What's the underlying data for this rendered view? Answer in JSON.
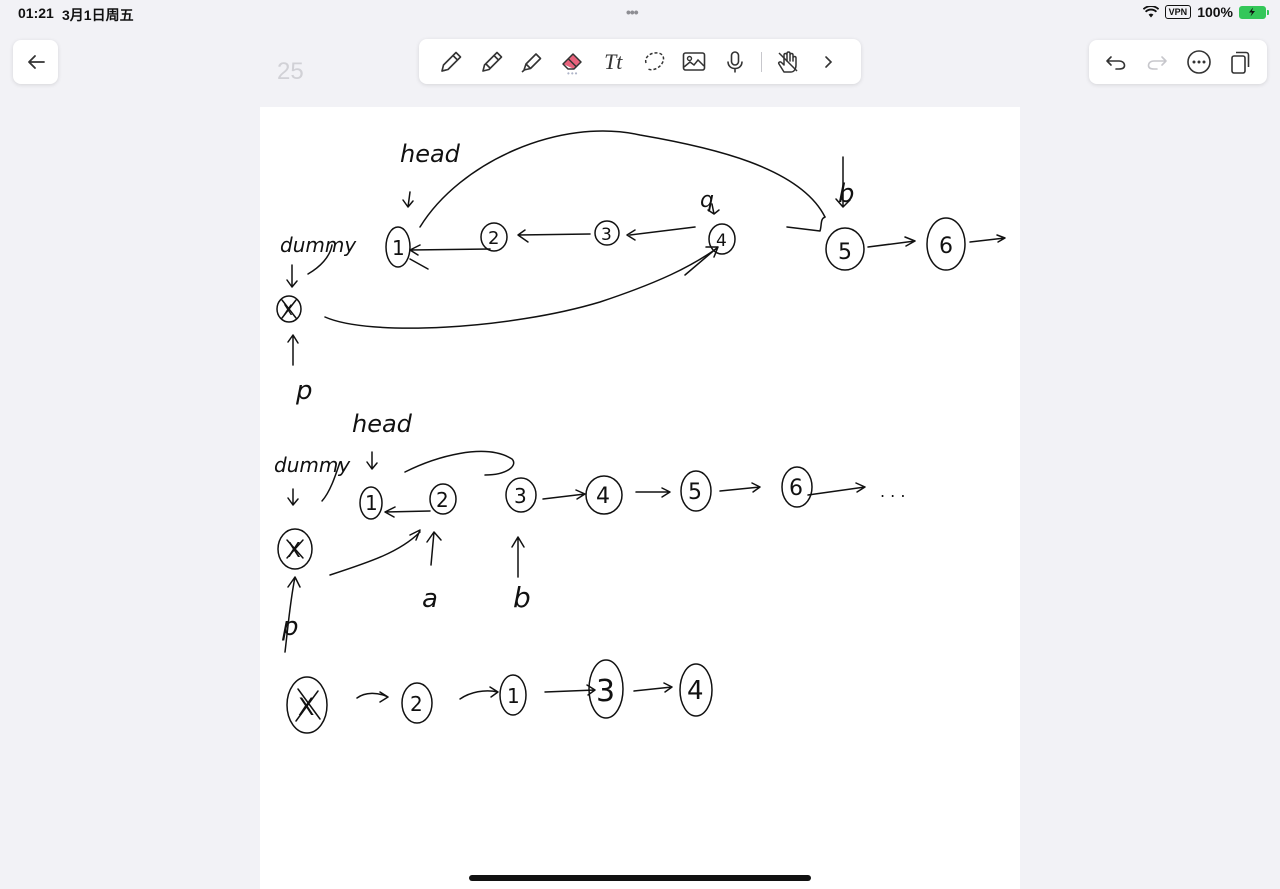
{
  "status_bar": {
    "time": "01:21",
    "date": "3月1日周五",
    "multitask_indicator": "•••",
    "vpn": "VPN",
    "battery_percent": "100%"
  },
  "page": {
    "number": "25"
  },
  "toolbar": {
    "tools": [
      "pen-icon",
      "pencil-icon",
      "highlighter-icon",
      "eraser-icon",
      "text-tool-icon",
      "lasso-icon",
      "image-icon",
      "microphone-icon",
      "touch-hand-icon",
      "chevron-right-icon"
    ],
    "text_tool_label": "Tt",
    "eraser_indicator": "•••",
    "selected_tool": "eraser-icon"
  },
  "right_tools": [
    "undo-icon",
    "redo-icon",
    "more-icon",
    "pages-icon"
  ],
  "handwriting": {
    "diagram1": {
      "labels": [
        "head",
        "dummy",
        "p",
        "q",
        "b"
      ],
      "nodes": [
        "X",
        "1",
        "2",
        "3",
        "4",
        "5",
        "6"
      ]
    },
    "diagram2": {
      "labels": [
        "head",
        "dummy",
        "p",
        "a",
        "b"
      ],
      "nodes": [
        "X",
        "1",
        "2",
        "3",
        "4",
        "5",
        "6"
      ],
      "ellipsis": ". . ."
    },
    "diagram3": {
      "nodes": [
        "X",
        "2",
        "1",
        "3",
        "4"
      ]
    }
  },
  "colors": {
    "ink": "#111111",
    "background": "#f2f2f6",
    "battery": "#34c759",
    "eraser_accent": "#e8627c"
  }
}
